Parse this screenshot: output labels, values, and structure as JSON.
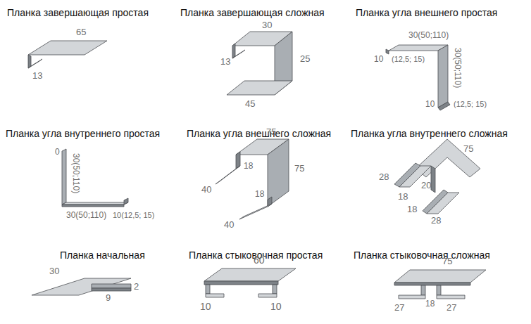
{
  "diagram": {
    "labels": [
      "Планка завершающая простая",
      "65",
      "13",
      "Планка завершающая сложная",
      "30",
      "25",
      "13",
      "45",
      "Планка угла внешнего простая",
      "30(50;110)",
      "10",
      "(12,5; 15)",
      "30(50;110)",
      "10",
      "(12,5; 15)",
      "Планка угла внутреннего простая",
      "0",
      "30(50;110)",
      "30(50;110)",
      "10(12,5; 15)",
      "Планка угла внешнего сложная",
      "75",
      "75",
      "18",
      "40",
      "40",
      "18",
      "Планка угла внутреннего сложная",
      "75",
      "28",
      "18",
      "20",
      "18",
      "28",
      "Планка начальная",
      "30",
      "2",
      "9",
      "Планка стыковочная простая",
      "60",
      "10",
      "10",
      "Планка стыковочная сложная",
      "75",
      "27",
      "18",
      "27"
    ]
  }
}
